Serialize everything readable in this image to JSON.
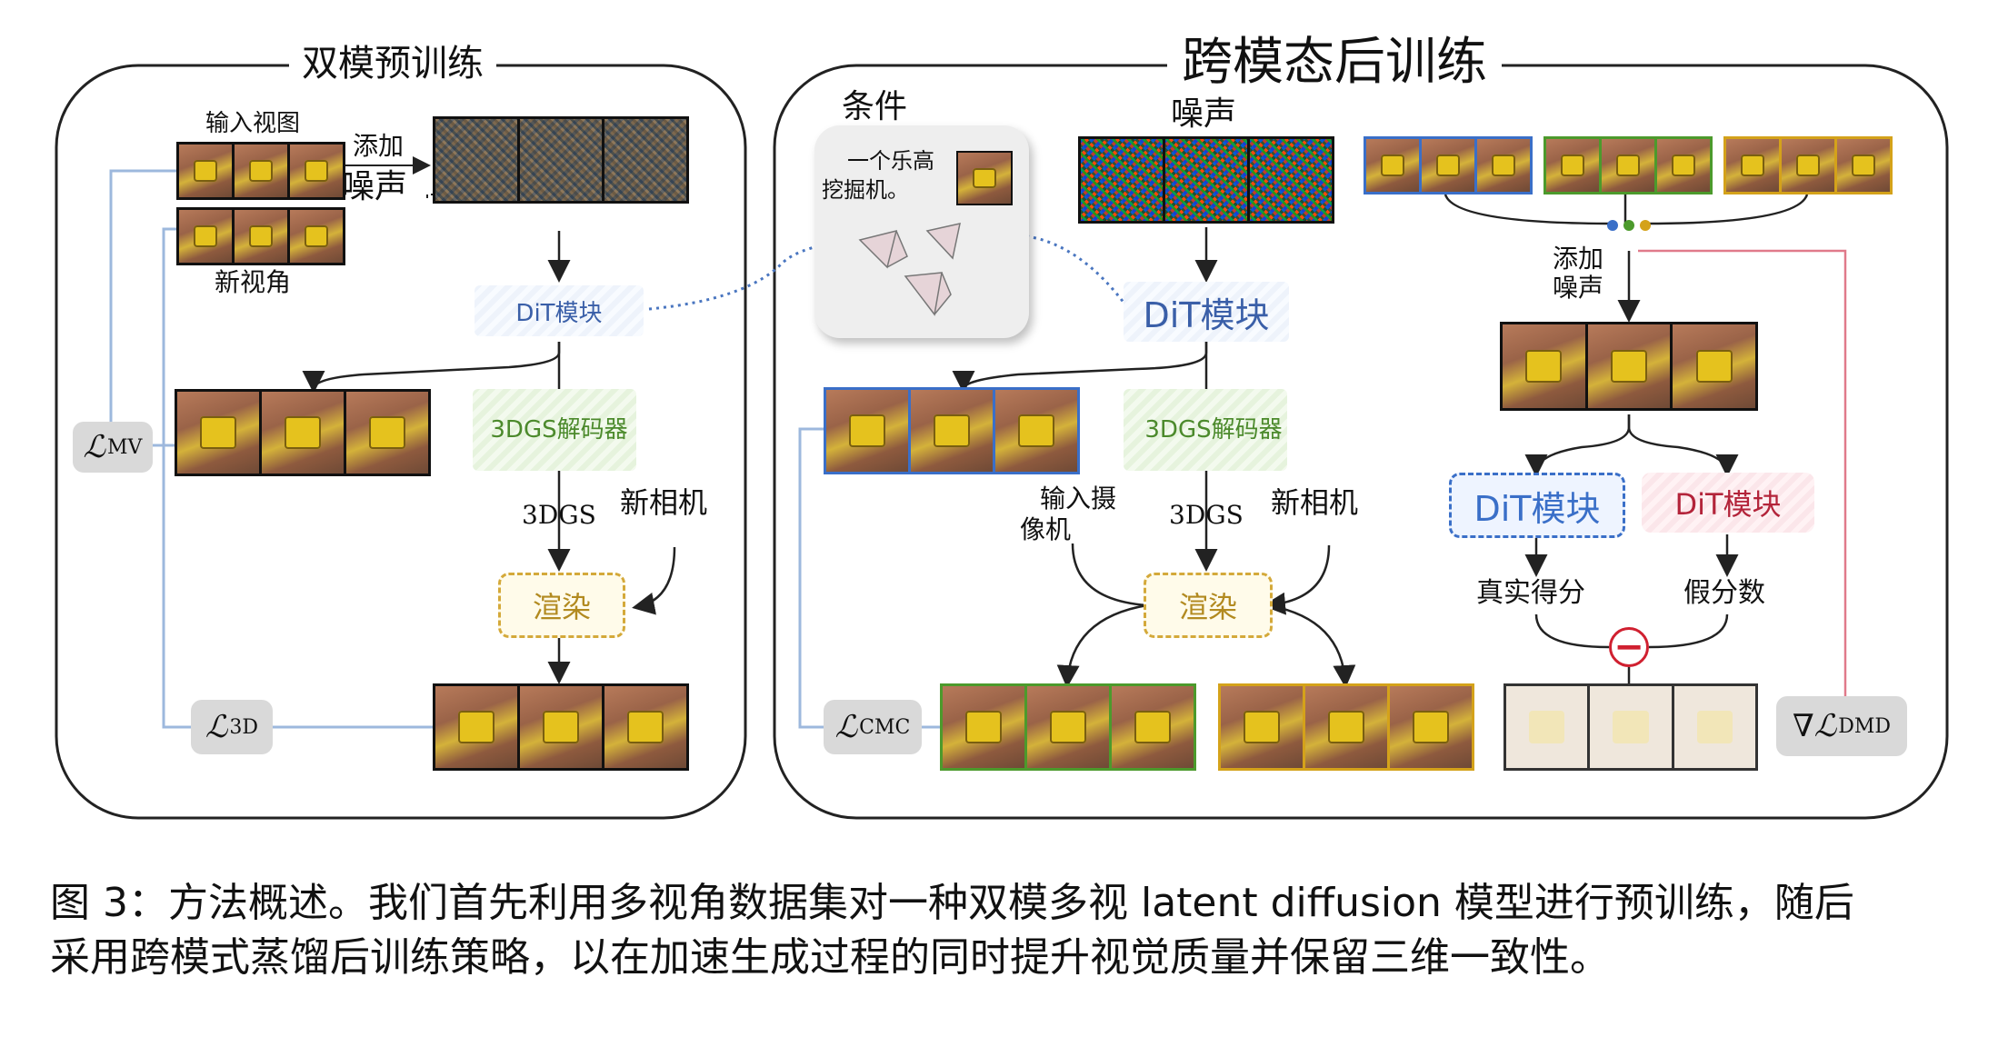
{
  "left_panel": {
    "title": "双模预训练",
    "input_views_label": "输入视图",
    "add_noise_label_1": "添加",
    "add_noise_label_2": "噪声",
    "new_view_label": "新视角",
    "dit_block": "DiT模块",
    "decoder_label": "3DGS解码器",
    "gs_label": "3DGS",
    "new_camera_label": "新相机",
    "render_label": "渲染",
    "loss_mv": "MV",
    "loss_3d": "3D"
  },
  "right_panel": {
    "title": "跨模态后训练",
    "condition_label": "条件",
    "condition_text_1": "一个乐高",
    "condition_text_2": "挖掘机。",
    "noise_label": "噪声",
    "dit_block": "DiT模块",
    "decoder_label": "3DGS解码器",
    "gs_label": "3DGS",
    "input_camera_label_1": "输入摄",
    "input_camera_label_2": "像机",
    "new_camera_label": "新相机",
    "render_label": "渲染",
    "loss_cmc": "CMC",
    "add_noise_label_1": "添加",
    "add_noise_label_2": "噪声",
    "dit_real": "DiT模块",
    "dit_fake": "DiT模块",
    "real_score_label": "真实得分",
    "fake_score_label": "假分数",
    "loss_dmd": "DMD",
    "minus_symbol": "−"
  },
  "loss_symbol": "ℒ",
  "grad_symbol": "∇",
  "caption": {
    "line1": "图 3：方法概述。我们首先利用多视角数据集对一种双模多视 latent diffusion 模型进行预训练，随后",
    "line2": "采用跨模式蒸馏后训练策略，以在加速生成过程的同时提升视觉质量并保留三维一致性。"
  },
  "colors": {
    "blue": "#3a6fc8",
    "green": "#4c9a2c",
    "gold": "#d4a21a",
    "red": "#e07a8a",
    "line_blue": "#9db8dd"
  }
}
